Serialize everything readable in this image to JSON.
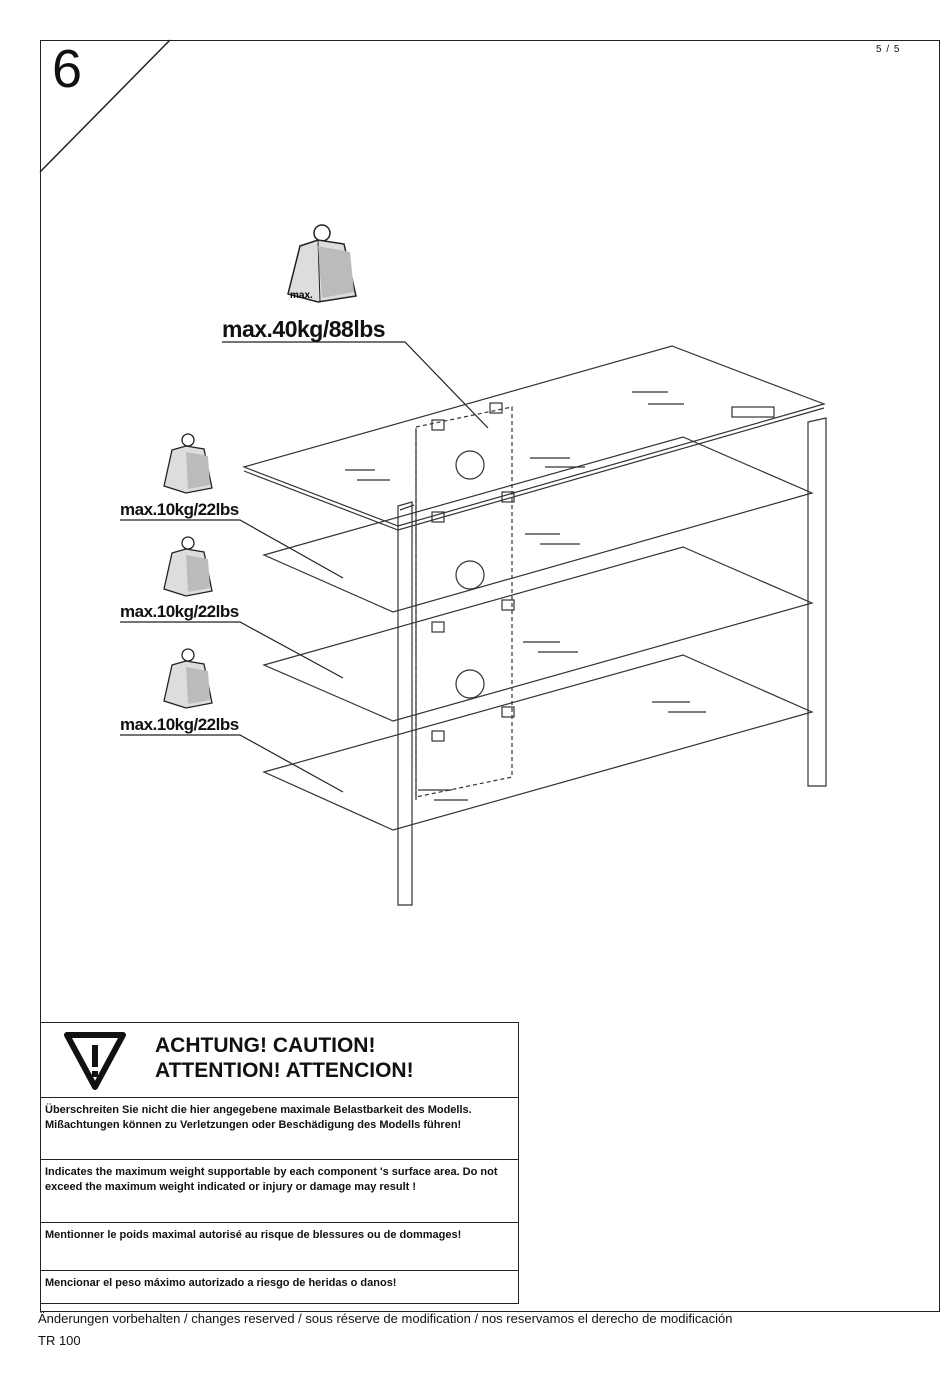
{
  "step": {
    "number": "6",
    "page": "5 / 5"
  },
  "weights": {
    "top_shelf": "max.40kg/88lbs",
    "shelf_1": "max.10kg/22lbs",
    "shelf_2": "max.10kg/22lbs",
    "shelf_3": "max.10kg/22lbs",
    "icon_label": "max."
  },
  "caution": {
    "title_line1": "ACHTUNG! CAUTION!",
    "title_line2": "ATTENTION! ATTENCION!",
    "de": "Überschreiten Sie nicht die hier angegebene maximale Belastbarkeit des Modells. Mißachtungen können zu Verletzungen oder Beschädigung des Modells führen!",
    "en": "Indicates the maximum weight supportable by each component 's surface area. Do not exceed the maximum weight indicated or injury or damage may result !",
    "fr": "Mentionner le poids maximal autorisé au risque de blessures ou de dommages!",
    "es": "Mencionar el peso máximo autorizado a riesgo de heridas o danos!"
  },
  "footer": {
    "note": "Änderungen vorbehalten / changes reserved / sous réserve de modification / nos reservamos el derecho de modificación",
    "model": "TR 100"
  }
}
